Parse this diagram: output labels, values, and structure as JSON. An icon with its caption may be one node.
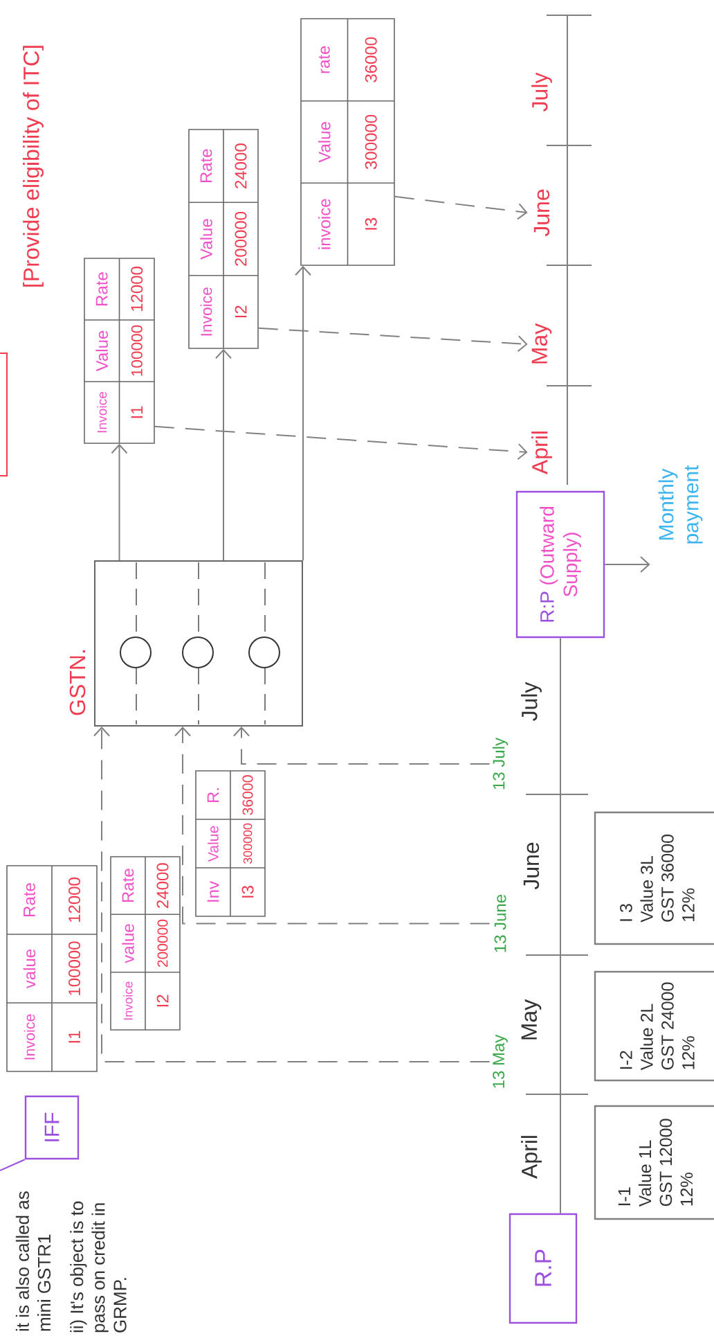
{
  "diagram": {
    "nodes": [
      {
        "text": [
          "GSTN."
        ]
      },
      {
        "text": [],
        "shape": "circle",
        "in": 0
      },
      {
        "text": [],
        "shape": "circle",
        "in": 0
      },
      {
        "text": [],
        "shape": "circle",
        "in": 0
      },
      {
        "text": [
          "Invoice",
          "Value",
          "Rate",
          "I1",
          "100000",
          "12000"
        ]
      },
      {
        "text": [
          "Invoice",
          "Value",
          "Rate",
          "I2",
          "200000",
          "24000"
        ]
      },
      {
        "text": [
          "invoice",
          "Value",
          "rate",
          "I3",
          "300000",
          "36000"
        ]
      },
      {
        "text": [
          "April"
        ]
      },
      {
        "text": [
          "May"
        ]
      },
      {
        "text": [
          "June"
        ]
      },
      {
        "text": [
          "R:P",
          "(Outward Supply)"
        ]
      },
      {
        "text": [
          "Monthly payment"
        ]
      },
      {
        "text": [
          "Invoice",
          "value",
          "Rate",
          "I1",
          "100000",
          "12000"
        ]
      },
      {
        "text": [
          "Invoice",
          "value",
          "Rate",
          "I2",
          "200000",
          "24000"
        ]
      },
      {
        "text": [
          "Inv",
          "Value",
          "R.",
          "I3",
          "300000",
          "36000"
        ]
      },
      {
        "text": [
          "13 May"
        ]
      },
      {
        "text": [
          "13 June"
        ]
      },
      {
        "text": [
          "13 July"
        ]
      },
      {
        "text": [
          "R.P"
        ]
      },
      {
        "text": [
          "I-1",
          "Value 1L",
          "GST 12000",
          "12%"
        ]
      },
      {
        "text": [
          "I-2",
          "Value 2L",
          "GST 24000",
          "12%"
        ]
      },
      {
        "text": [
          "I 3",
          "Value 3L",
          "GST 36000",
          "12%"
        ]
      },
      {
        "text": [
          "IFF"
        ],
        "beside": [
          "it is also called as mini GSTR1",
          "ii) It's object is to pass on credit in GRMP."
        ]
      }
    ],
    "edges": [
      {
        "from": 0,
        "to": 4,
        "arrow": "to"
      },
      {
        "from": 0,
        "to": 5,
        "arrow": "to"
      },
      {
        "from": 0,
        "to": 6,
        "arrow": "to"
      },
      {
        "from": 4,
        "to": 7,
        "arrow": "to",
        "style": "dashed"
      },
      {
        "from": 5,
        "to": 8,
        "arrow": "to",
        "style": "dashed"
      },
      {
        "from": 6,
        "to": 9,
        "arrow": "to",
        "style": "dashed"
      },
      {
        "from": 10,
        "to": 11,
        "arrow": "to"
      },
      {
        "from": 15,
        "to": 0,
        "arrow": "to",
        "style": "dashed"
      },
      {
        "from": 16,
        "to": 0,
        "arrow": "to",
        "style": "dashed"
      },
      {
        "from": 17,
        "to": 0,
        "arrow": "to",
        "style": "dashed"
      },
      {
        "from": null,
        "to": 22,
        "arrow": "none",
        "color": "#9b4fe0"
      },
      {
        "from": 18,
        "to": 10,
        "arrow": "none"
      }
    ],
    "labels": [
      "[Provide eligibility of ITC]",
      "July",
      "April",
      "May",
      "June",
      "July"
    ]
  }
}
